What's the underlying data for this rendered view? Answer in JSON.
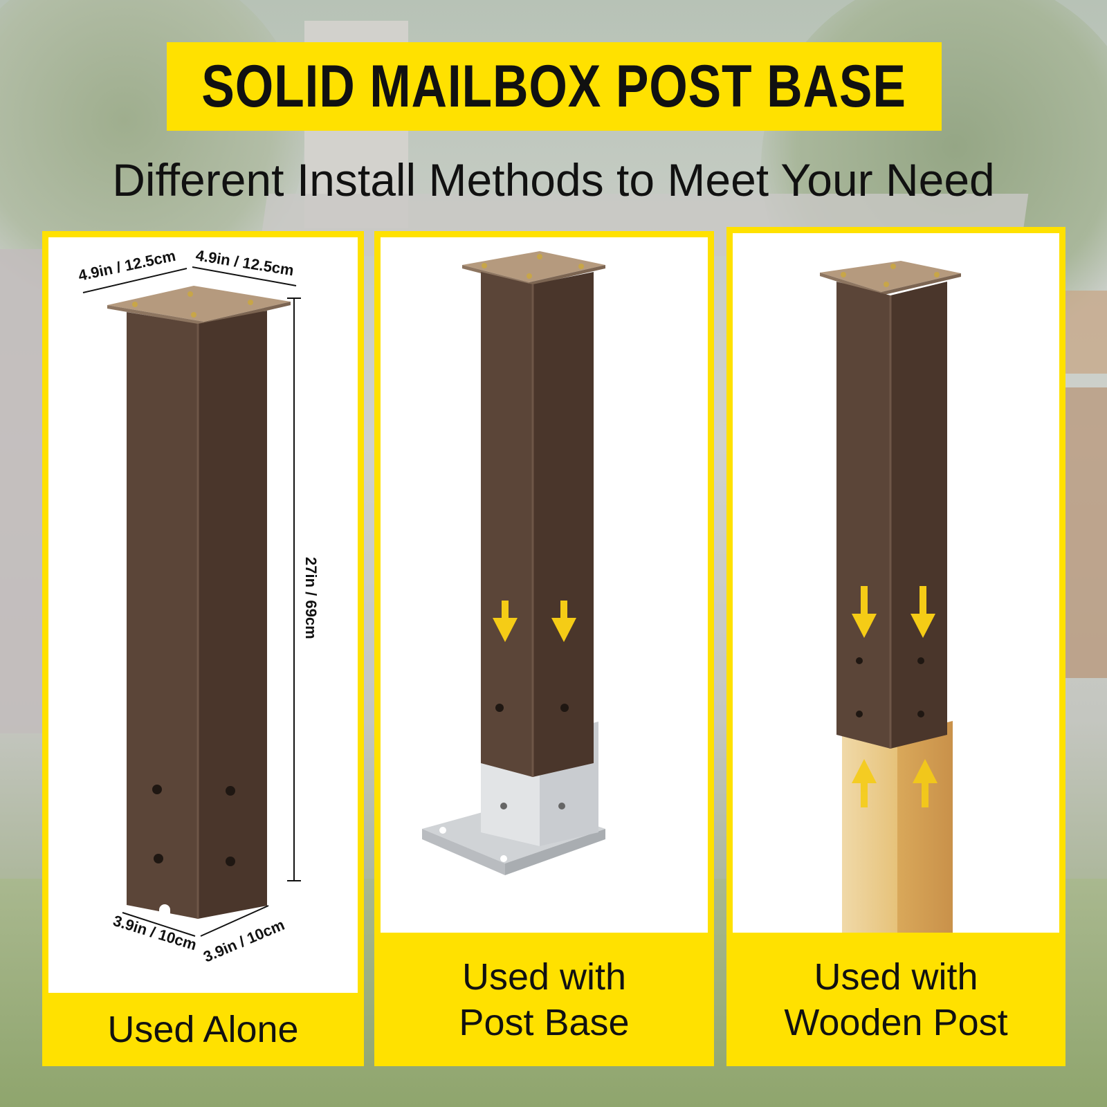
{
  "title": "SOLID MAILBOX POST BASE",
  "subtitle": "Different Install Methods to Meet Your Need",
  "panels": [
    {
      "caption_lines": [
        "Used Alone"
      ],
      "dimensions": {
        "top_width": "4.9in / 12.5cm",
        "top_depth": "4.9in / 12.5cm",
        "height": "27in / 69cm",
        "bottom_width": "3.9in / 10cm",
        "bottom_depth": "3.9in / 10cm"
      }
    },
    {
      "caption_lines": [
        "Used with",
        "Post Base"
      ]
    },
    {
      "caption_lines": [
        "Used with",
        "Wooden Post"
      ]
    }
  ],
  "colors": {
    "banner_yellow": "#ffe100",
    "post_brown": "#5b4538",
    "post_brown_dark": "#4a362b",
    "plate_tan": "#b59a7e",
    "galvanized": "#d8dadc",
    "wood": "#e6c27a",
    "arrow_yellow": "#f5cc16"
  }
}
